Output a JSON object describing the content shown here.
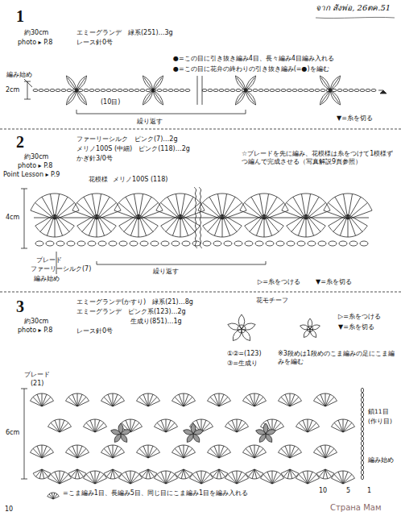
{
  "diagram": {
    "labels": [
      "จาก สังพ่อ, 26ตค.51",
      "1",
      "約30cm",
      "photo ▸ P.8",
      "エミーグランデ　緑系(251)…3g",
      "レース針0号",
      "●=この目に引き抜き編み4目、長々編み4目編み入れる",
      "●=この目に花弁の終わりの引き抜き編み(=●)を編む",
      "編み始め",
      "2cm",
      "(10目)",
      "繰り返す",
      "▼=糸を切る",
      "2",
      "約30cm",
      "photo ▸ P.8",
      "Point Lesson ▸ P.9",
      "ファーリーシルク　ピンク(7)…2g",
      "メリノ100S (中細)　ピンク(118)…2g",
      "かぎ針3/0号",
      "☆ブレードを先に編み、花模様は糸をつけて1模様ずつ編んで完成させる（写真解説9頁参照）",
      "花模様",
      "メリノ100S (118)",
      "4cm",
      "ブレード",
      "ファーリーシルク(7)",
      "編み始め",
      "繰り返す",
      "▷=糸をつける",
      "▼=糸を切る",
      "3",
      "約30cm",
      "photo ▸ P.8",
      "エミーグランデ(かすり)　緑系(21)…8g",
      "エミーグランデ　ピンク系(123)…2g",
      "生成り(851)…1g",
      "レース針0号",
      "花モチーフ",
      "▷=糸をつける",
      "▼=糸を切る",
      "①②=(123)",
      "③=生成り",
      "※3段めは1段めのこま編みの足にこま編みを編む",
      "ブレード",
      "(21)",
      "6cm",
      "鎖11目",
      "(作り目)",
      "編み始め",
      "10",
      "5",
      "1",
      "=こま編み1目、長編み5目、同じ目にこま編み1目を編み入れる",
      "10",
      "Страна Мам"
    ]
  }
}
